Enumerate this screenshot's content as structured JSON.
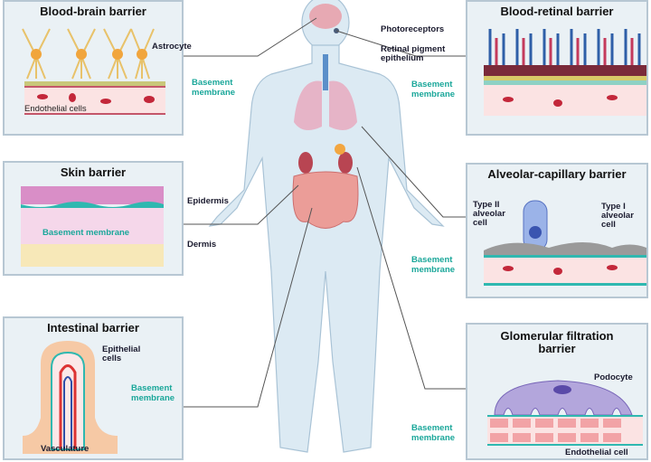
{
  "colors": {
    "basement": "#1aa79a",
    "panel_bg": "#eaf1f5",
    "panel_border": "#b7c7d3",
    "body": "#d9e8f2"
  },
  "panels": {
    "bbb": {
      "title": "Blood-brain barrier",
      "astrocyte": "Astrocyte",
      "endothelial": "Endothelial cells",
      "basement": "Basement membrane"
    },
    "retinal": {
      "title": "Blood-retinal barrier",
      "photoreceptors": "Photoreceptors",
      "rpe": "Retinal pigment epithelium",
      "basement": "Basement membrane"
    },
    "skin": {
      "title": "Skin barrier",
      "epidermis": "Epidermis",
      "basement": "Basement membrane",
      "dermis": "Dermis"
    },
    "alveolar": {
      "title": "Alveolar-capillary barrier",
      "type2": "Type II alveolar cell",
      "type1": "Type I alveolar cell",
      "basement": "Basement membrane"
    },
    "intestinal": {
      "title": "Intestinal barrier",
      "epithelial": "Epithelial cells",
      "basement": "Basement membrane",
      "vasculature": "Vasculature"
    },
    "glomerular": {
      "title": "Glomerular filtration barrier",
      "podocyte": "Podocyte",
      "basement": "Basement membrane",
      "endothelial": "Endothelial cell"
    }
  }
}
